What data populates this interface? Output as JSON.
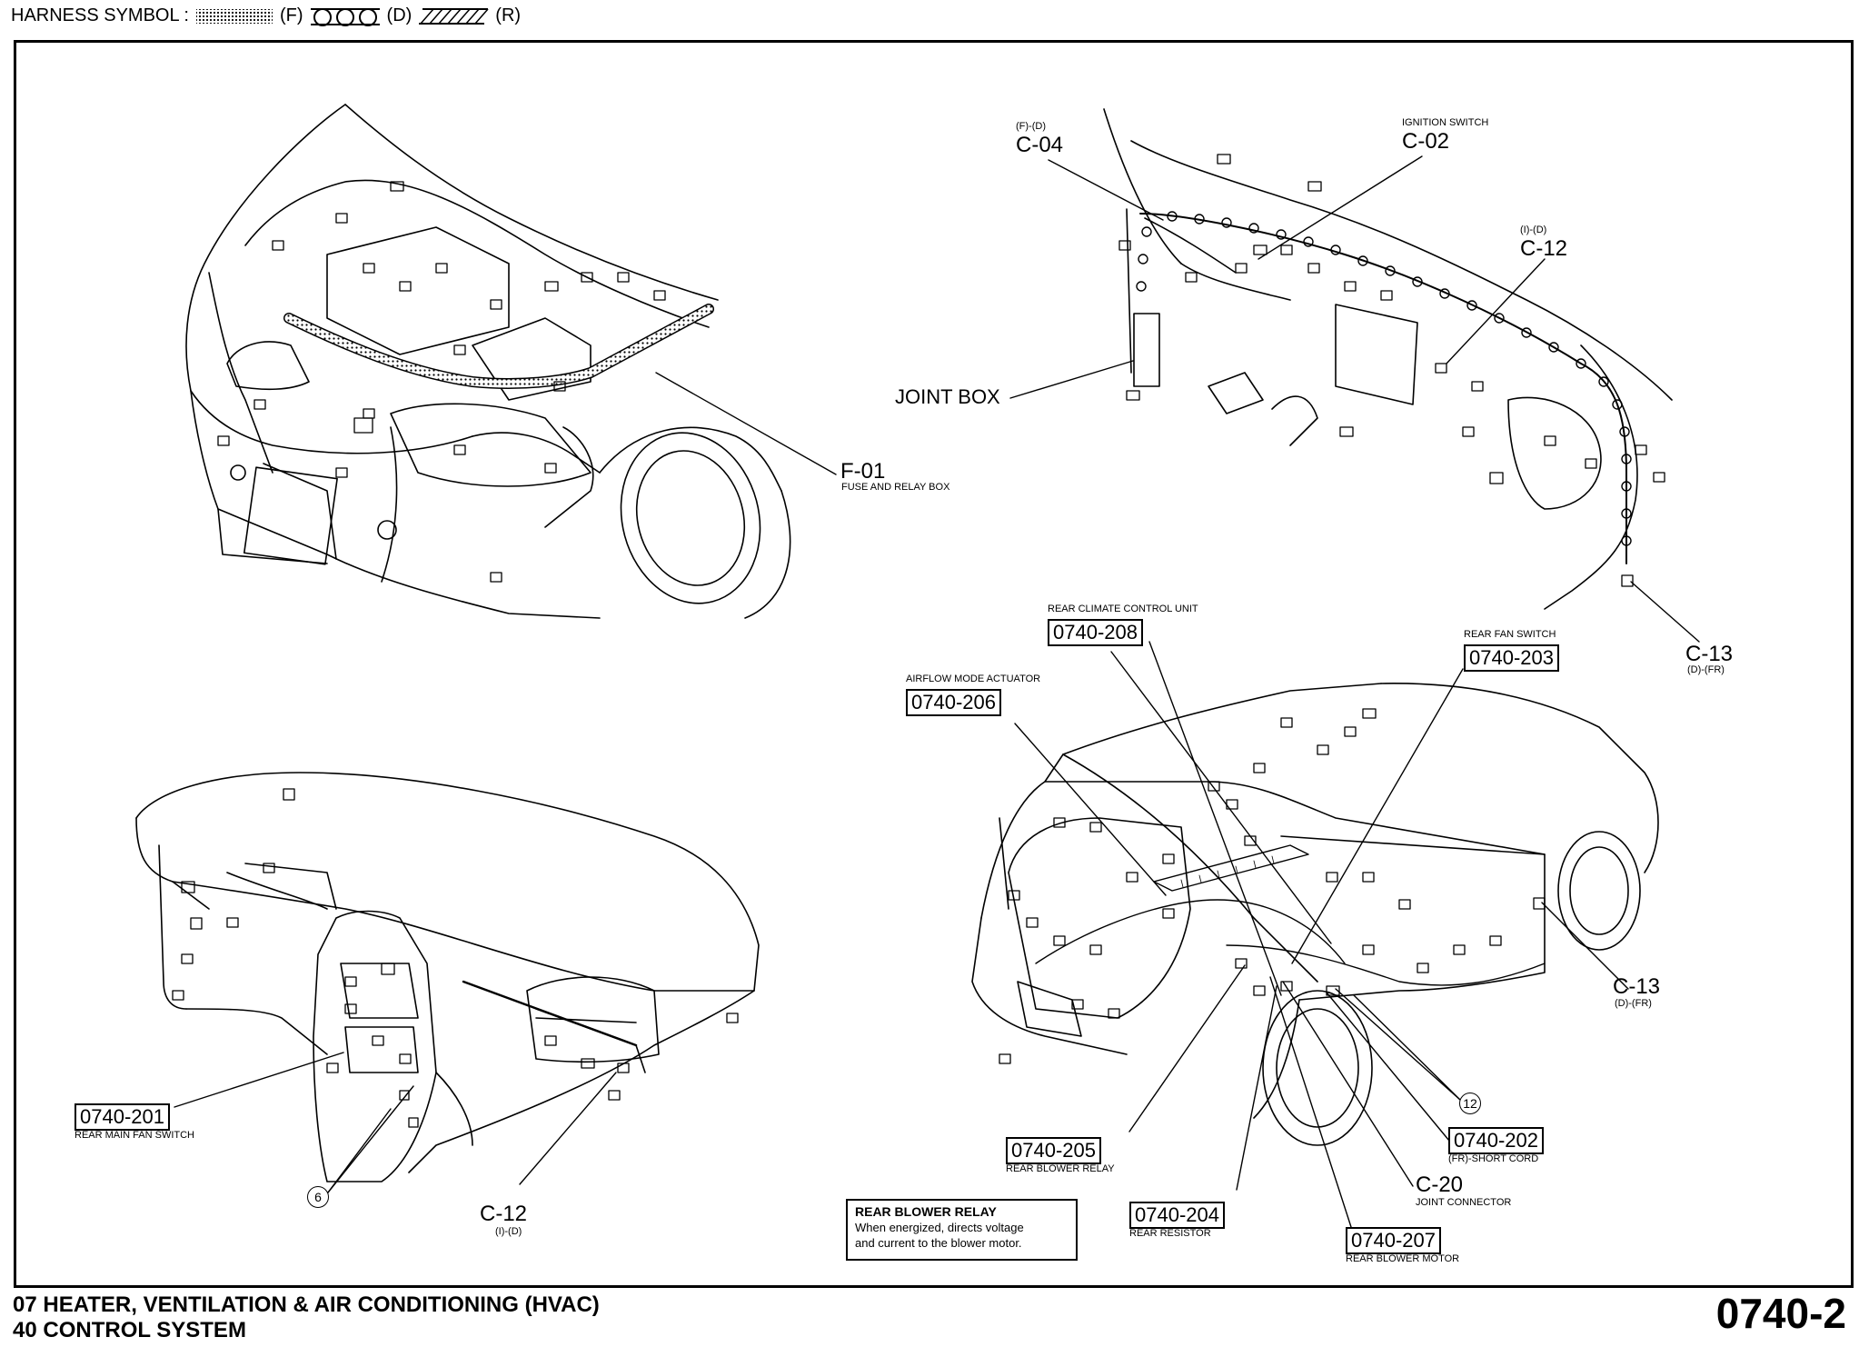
{
  "legend": {
    "prefix": "HARNESS SYMBOL :",
    "items": [
      {
        "code": "(F)"
      },
      {
        "code": "(D)"
      },
      {
        "code": "(R)"
      }
    ]
  },
  "engine_view": {
    "f01": {
      "id": "F-01",
      "name": "FUSE AND RELAY BOX"
    }
  },
  "dash_top_view": {
    "c04": {
      "tag": "(F)-(D)",
      "id": "C-04"
    },
    "c02": {
      "tag": "IGNITION SWITCH",
      "id": "C-02"
    },
    "c12": {
      "tag": "(I)-(D)",
      "id": "C-12"
    },
    "joint_box": "JOINT BOX",
    "c13": {
      "id": "C-13",
      "tag": "(D)-(FR)"
    }
  },
  "dash_view": {
    "sw201": {
      "code": "0740-201",
      "name": "REAR MAIN FAN SWITCH"
    },
    "c12": {
      "id": "C-12",
      "tag": "(I)-(D)"
    },
    "ground": "6"
  },
  "van_view": {
    "cc208": {
      "name": "REAR CLIMATE CONTROL UNIT",
      "code": "0740-208"
    },
    "act206": {
      "name": "AIRFLOW MODE ACTUATOR",
      "code": "0740-206"
    },
    "sw203": {
      "name": "REAR FAN SWITCH",
      "code": "0740-203"
    },
    "c13": {
      "id": "C-13",
      "tag": "(D)-(FR)"
    },
    "ground": "12",
    "cord202": {
      "code": "0740-202",
      "name": "(FR)-SHORT CORD"
    },
    "relay205": {
      "code": "0740-205",
      "name": "REAR BLOWER RELAY"
    },
    "c20": {
      "id": "C-20",
      "name": "JOINT CONNECTOR"
    },
    "res204": {
      "code": "0740-204",
      "name": "REAR RESISTOR"
    },
    "mot207": {
      "code": "0740-207",
      "name": "REAR BLOWER MOTOR"
    },
    "note": {
      "title": "REAR BLOWER RELAY",
      "line1": "When energized, directs voltage",
      "line2": "and current to the blower motor."
    }
  },
  "footer": {
    "line1": "07  HEATER, VENTILATION & AIR CONDITIONING (HVAC)",
    "line2": "40  CONTROL SYSTEM",
    "page": "0740-2"
  }
}
